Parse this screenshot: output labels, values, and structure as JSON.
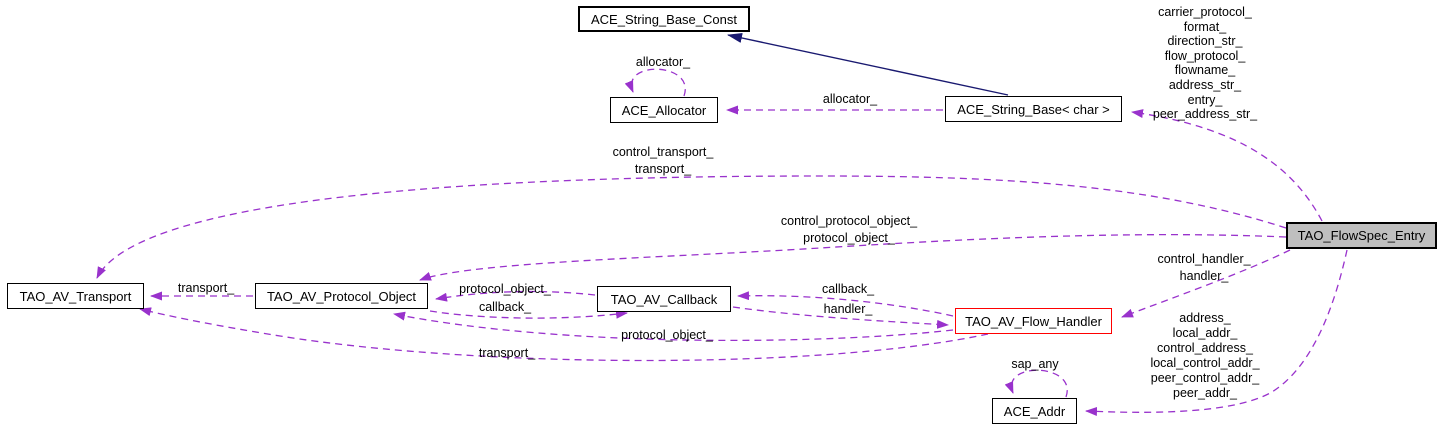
{
  "diagram": {
    "type": "doxygen-collaboration-graph",
    "colors": {
      "usage_edge": "#9932CC",
      "inheritance_edge": "#191970",
      "focus_node_fill": "#BFBFBF",
      "flow_handler_border": "#FF0000",
      "node_border": "#000000",
      "background": "#FFFFFF",
      "text": "#000000"
    },
    "nodes": {
      "string_base_const": {
        "label": "ACE_String_Base_Const"
      },
      "allocator": {
        "label": "ACE_Allocator"
      },
      "string_base_char": {
        "label": "ACE_String_Base< char >"
      },
      "flowspec_entry": {
        "label": "TAO_FlowSpec_Entry"
      },
      "av_transport": {
        "label": "TAO_AV_Transport"
      },
      "av_protocol_object": {
        "label": "TAO_AV_Protocol_Object"
      },
      "av_callback": {
        "label": "TAO_AV_Callback"
      },
      "av_flow_handler": {
        "label": "TAO_AV_Flow_Handler"
      },
      "ace_addr": {
        "label": "ACE_Addr"
      }
    },
    "edge_labels": {
      "allocator_self": "allocator_",
      "stringbase_allocator": "allocator_",
      "flowspec_strings": "carrier_protocol_\nformat_\ndirection_str_\nflow_protocol_\nflowname_\naddress_str_\nentry_\npeer_address_str_",
      "flowspec_transport": "control_transport_\ntransport_",
      "flowspec_protocol_object": "control_protocol_object_\nprotocol_object_",
      "flowspec_handler": "control_handler_\nhandler_",
      "flowspec_addr": "address_\nlocal_addr_\ncontrol_address_\nlocal_control_addr_\npeer_control_addr_\npeer_addr_",
      "addr_self": "sap_any",
      "protocol_transport": "transport_",
      "callback_protocol": "protocol_object_",
      "protocol_callback": "callback_",
      "handler_callback": "callback_",
      "callback_handler": "handler_",
      "handler_protocol": "protocol_object_",
      "handler_transport": "transport_"
    }
  }
}
